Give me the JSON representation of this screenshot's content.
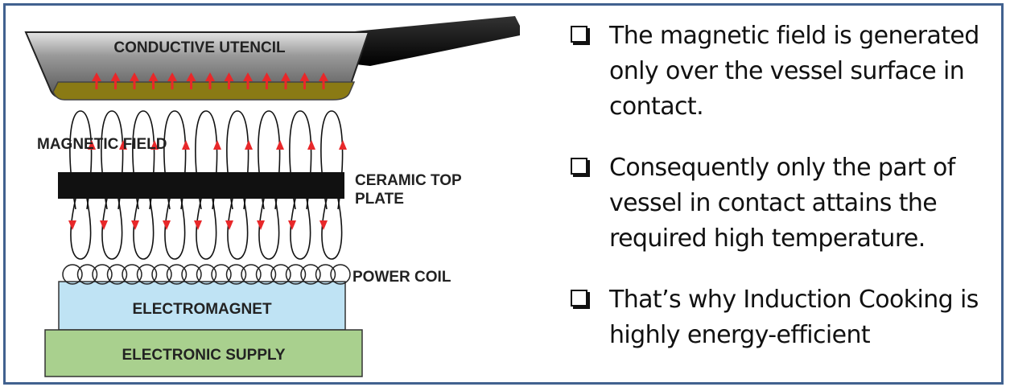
{
  "diagram": {
    "labels": {
      "utensil": "CONDUCTIVE UTENCIL",
      "field": "MAGNETIC FIELD",
      "ceramic_1": "CERAMIC TOP",
      "ceramic_2": "PLATE",
      "coil": "POWER COIL",
      "electromagnet": "ELECTROMAGNET",
      "supply": "ELECTRONIC SUPPLY"
    },
    "colors": {
      "border": "#41618f",
      "arrow": "#e8282a",
      "electromagnet_fill": "#bfe3f4",
      "supply_fill": "#a9d08e",
      "plate": "#111111",
      "pan_oil": "#8a7a14"
    }
  },
  "bullets": [
    "The magnetic field is generated only over the vessel surface in contact.",
    "Consequently only the part of vessel in contact attains the required high temperature.",
    "That’s why Induction Cooking is highly energy-efficient"
  ]
}
